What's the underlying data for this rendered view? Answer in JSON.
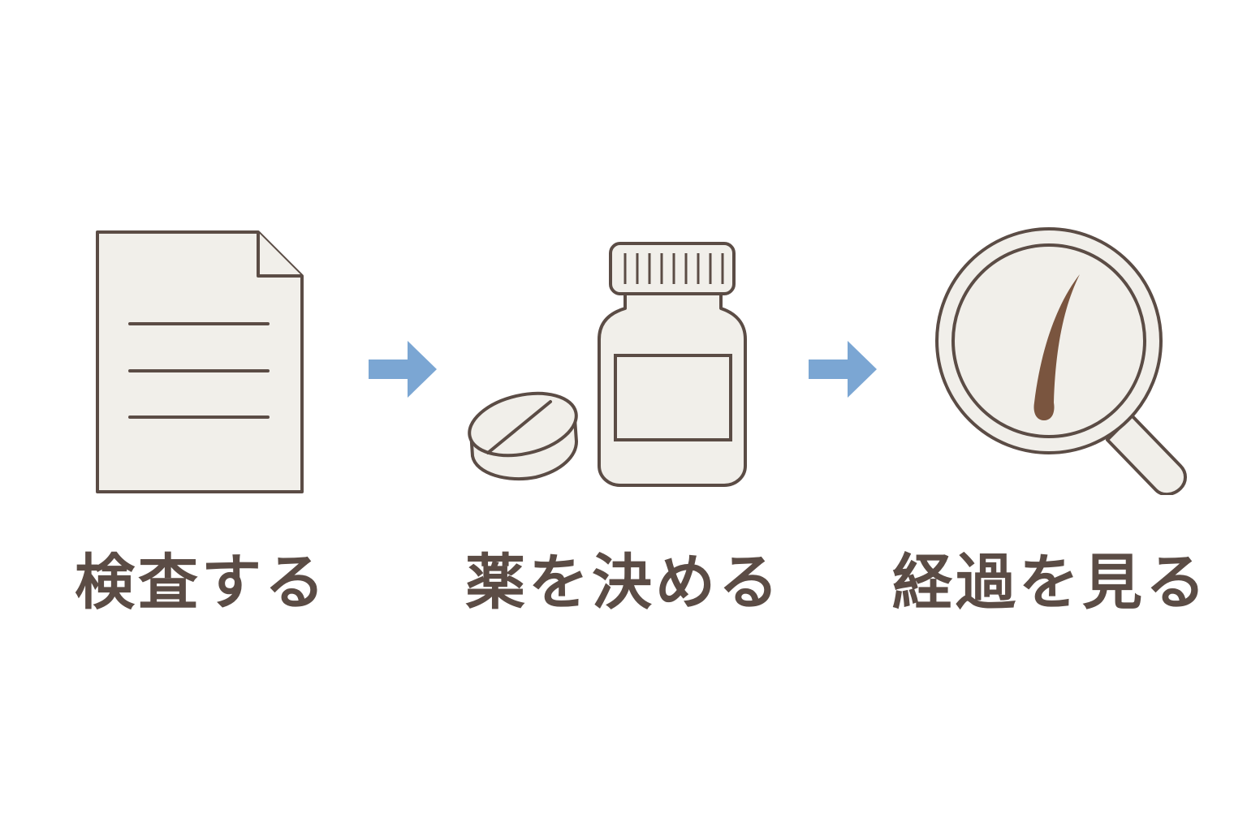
{
  "steps": [
    {
      "label": "検査する",
      "icon": "document-icon"
    },
    {
      "label": "薬を決める",
      "icon": "medicine-bottle-icon"
    },
    {
      "label": "経過を見る",
      "icon": "magnifier-hair-icon"
    }
  ],
  "arrows": [
    {
      "icon": "arrow-right-icon"
    },
    {
      "icon": "arrow-right-icon"
    }
  ],
  "colors": {
    "stroke": "#5b4c45",
    "fill": "#f1efea",
    "text": "#5b4c45",
    "arrow": "#7ba6d3",
    "hair": "#7a553f",
    "background": "#ffffff"
  }
}
